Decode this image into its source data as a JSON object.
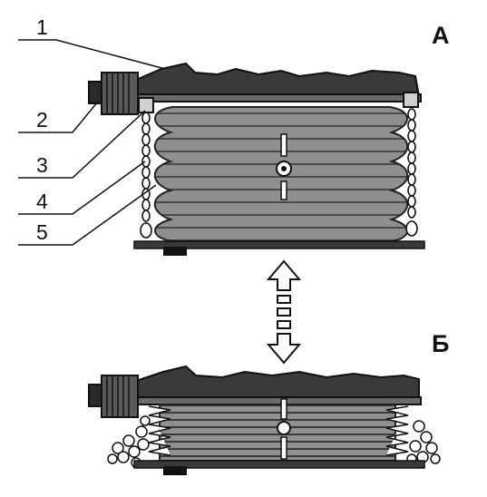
{
  "figure": {
    "labels": {
      "state_top": "А",
      "state_bottom": "Б",
      "callouts": [
        "1",
        "2",
        "3",
        "4",
        "5"
      ]
    },
    "colors": {
      "body_fill": "#8a8a8a",
      "body_dark": "#3a3a3a",
      "outline": "#222222",
      "background": "#ffffff"
    },
    "icons": {
      "transition_arrow": "double-vertical-arrow-icon",
      "center_marker": "pivot-marker-icon"
    }
  }
}
